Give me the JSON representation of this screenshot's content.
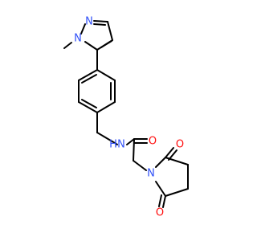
{
  "molecule": {
    "colors": {
      "carbon": "#000000",
      "nitrogen": "#3050F8",
      "oxygen": "#FF0D0D",
      "background": "#FFFFFF"
    },
    "labels": {
      "pyrazole_n2": "N",
      "pyrazole_n1": "N",
      "amide_nh": "N",
      "amide_h": "H",
      "amide_o": "O",
      "imide_n": "N",
      "imide_o_top": "O",
      "imide_o_bottom": "O"
    }
  }
}
